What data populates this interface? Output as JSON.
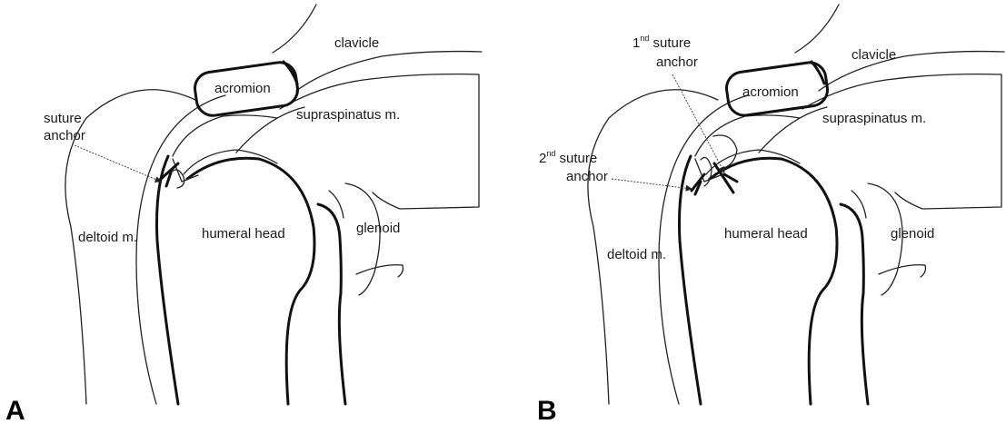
{
  "panels": {
    "a": {
      "letter": "A",
      "labels": {
        "clavicle": "clavicle",
        "acromion": "acromion",
        "supraspinatus": "supraspinatus m.",
        "anchor_line1": "suture",
        "anchor_line2": "anchor",
        "deltoid": "deltoid m.",
        "humeral_head": "humeral head",
        "glenoid": "glenoid"
      }
    },
    "b": {
      "letter": "B",
      "labels": {
        "clavicle": "clavicle",
        "acromion": "acromion",
        "supraspinatus": "supraspinatus m.",
        "first_anchor_num": "1",
        "first_anchor_sup": "nd",
        "first_anchor_word": " suture",
        "first_anchor_line2": "anchor",
        "second_anchor_num": "2",
        "second_anchor_sup": "nd",
        "second_anchor_word": " suture",
        "second_anchor_line2": "anchor",
        "deltoid": "deltoid m.",
        "humeral_head": "humeral head",
        "glenoid": "glenoid"
      }
    }
  }
}
